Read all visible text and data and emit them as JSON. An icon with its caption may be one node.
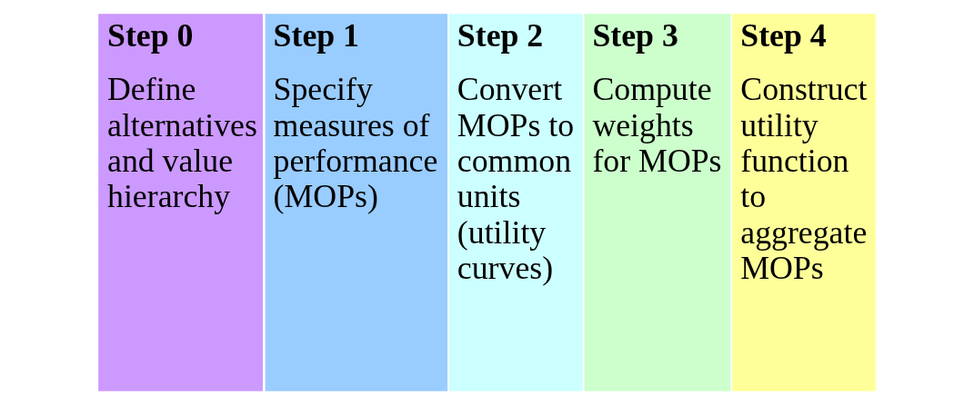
{
  "diagram": {
    "nodes": [
      {
        "text": [
          "Step 0",
          "Define alternatives and value hierarchy"
        ]
      },
      {
        "text": [
          "Step 1",
          "Specify measures of performance (MOPs)"
        ]
      },
      {
        "text": [
          "Step 2",
          "Convert MOPs to common units (utility curves)"
        ]
      },
      {
        "text": [
          "Step 3",
          "Compute weights for MOPs"
        ]
      },
      {
        "text": [
          "Step 4",
          "Construct utility function to aggregate MOPs"
        ]
      }
    ]
  }
}
